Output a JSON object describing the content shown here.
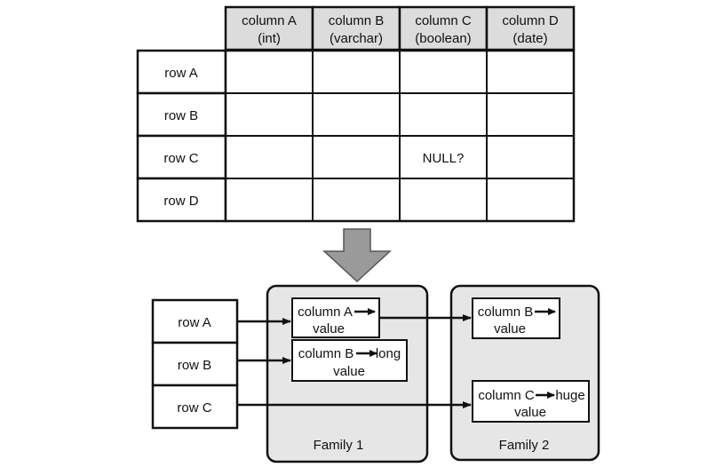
{
  "table": {
    "columns": [
      {
        "name": "column A",
        "type": "(int)"
      },
      {
        "name": "column B",
        "type": "(varchar)"
      },
      {
        "name": "column C",
        "type": "(boolean)"
      },
      {
        "name": "column D",
        "type": "(date)"
      }
    ],
    "rows": [
      "row A",
      "row B",
      "row C",
      "row D"
    ],
    "cells": [
      [
        "",
        "",
        "",
        ""
      ],
      [
        "",
        "",
        "",
        ""
      ],
      [
        "",
        "",
        "NULL?",
        ""
      ],
      [
        "",
        "",
        "",
        ""
      ]
    ]
  },
  "transform_arrow": {
    "icon": "down-arrow-icon",
    "color": "#9a9a9a"
  },
  "families": {
    "rows": [
      "row A",
      "row B",
      "row C"
    ],
    "family1": {
      "label": "Family 1",
      "cells": [
        {
          "line1": "column A",
          "line1_suffix": "",
          "line2": "value"
        },
        {
          "line1": "column B",
          "line1_suffix": "long",
          "line2": "value"
        }
      ]
    },
    "family2": {
      "label": "Family 2",
      "cells": [
        {
          "line1": "column B",
          "line1_suffix": "",
          "line2": "value"
        },
        {
          "line1": "column C",
          "line1_suffix": "huge",
          "line2": "value"
        }
      ]
    }
  },
  "colors": {
    "header_fill": "#dcdcdc",
    "family_fill": "#e6e6e6",
    "line": "#111111"
  }
}
